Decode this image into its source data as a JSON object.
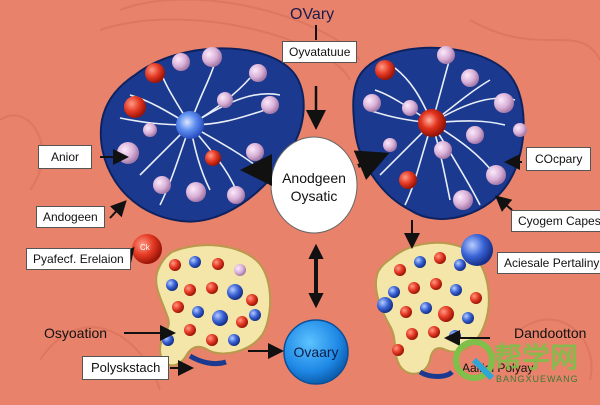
{
  "title": "OVary",
  "labels": {
    "top_center": "Oyvatatuue",
    "left_upper": "Anior",
    "left_mid": "Andogeen",
    "left_pill": "Pyafecf. Erelaion",
    "left_lower": "Osyoation",
    "bottom_left": "Polyskstach",
    "right_upper": "COcpary",
    "right_mid": "Cyogem Capes",
    "right_pill": "Aciesale Pertaliny",
    "right_lower": "Dandootton",
    "bottom_right": "Aaiiial Polyay",
    "center_line1": "Anodgeen",
    "center_line2": "Oysatic",
    "ovary_circle": "Ovaary",
    "small_ball_left": "Ck",
    "watermark_cn": "帮学网",
    "watermark_en": "BANGXUEWANG"
  },
  "colors": {
    "background": "#e9826a",
    "lobe": "#1b3a8f",
    "gland": "#f3e6a8",
    "ovary_circle": "#1e88e5",
    "red_ball": "#e53a24",
    "pink_ball": "#d9b1d8",
    "blue_ball": "#3b64d6"
  }
}
